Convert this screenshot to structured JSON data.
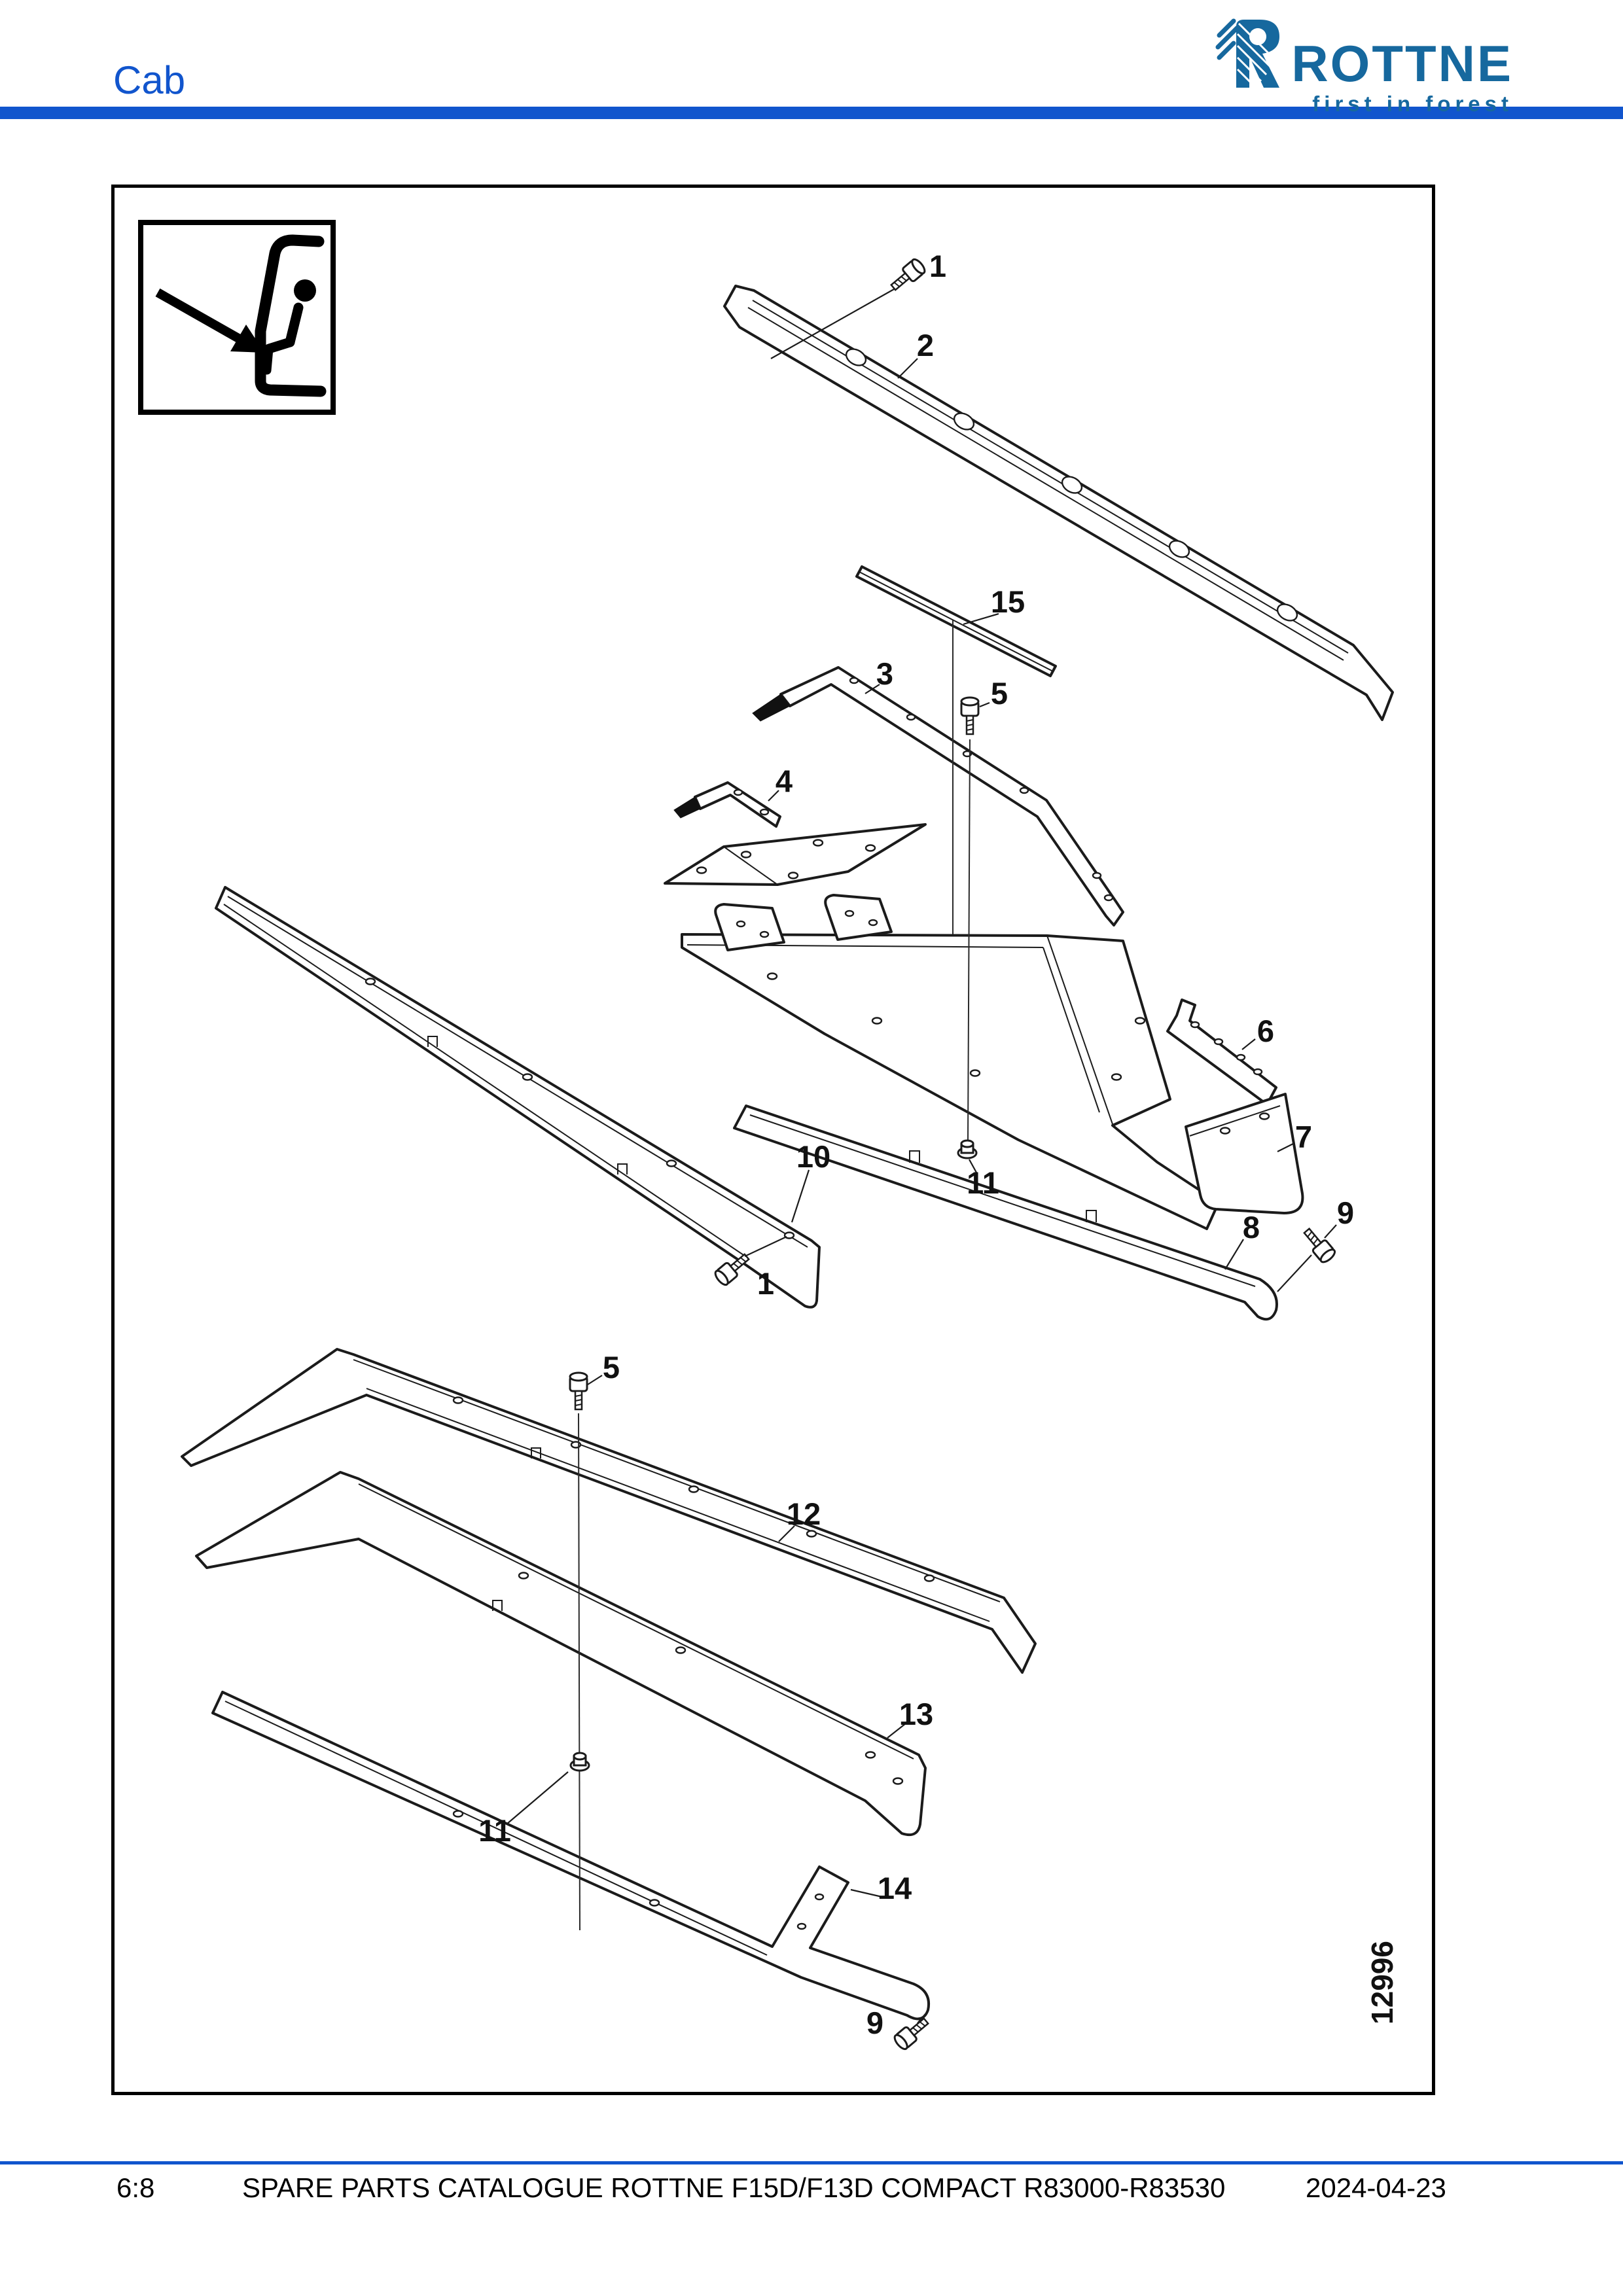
{
  "header": {
    "title": "Cab",
    "accent_color": "#1155cd",
    "logo": {
      "brand": "ROTTNE",
      "tagline": "first in forest",
      "color": "#16689e"
    }
  },
  "diagram": {
    "figure_number": "12996",
    "pictogram": "cab-side-with-seat-and-arrow",
    "callouts": [
      {
        "text": "1"
      },
      {
        "text": "2"
      },
      {
        "text": "15"
      },
      {
        "text": "3"
      },
      {
        "text": "5"
      },
      {
        "text": "4"
      },
      {
        "text": "6"
      },
      {
        "text": "7"
      },
      {
        "text": "10"
      },
      {
        "text": "11"
      },
      {
        "text": "8"
      },
      {
        "text": "9"
      },
      {
        "text": "1"
      },
      {
        "text": "5"
      },
      {
        "text": "12"
      },
      {
        "text": "13"
      },
      {
        "text": "11"
      },
      {
        "text": "14"
      },
      {
        "text": "9"
      }
    ]
  },
  "footer": {
    "page_ref": "6:8",
    "catalogue_title": "SPARE PARTS CATALOGUE ROTTNE F15D/F13D COMPACT R83000-R83530",
    "date": "2024-04-23"
  }
}
